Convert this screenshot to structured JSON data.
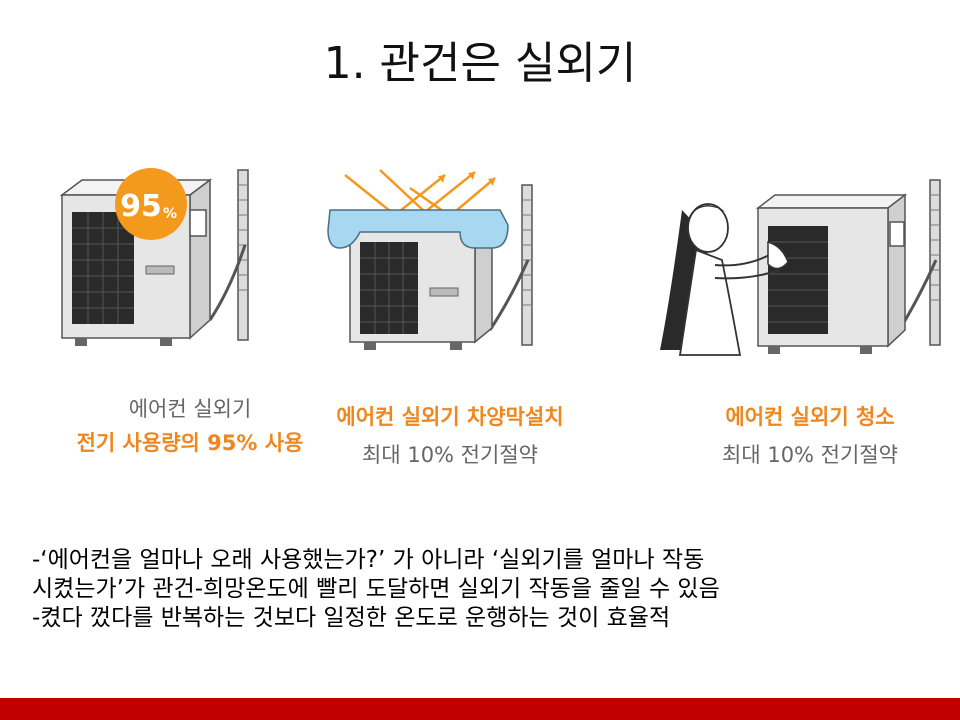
{
  "title": "1. 관건은 실외기",
  "panels": [
    {
      "badge": "95",
      "badge_unit": "%",
      "caption_line1": "에어컨 실외기",
      "caption_line2": "전기 사용량의 95% 사용"
    },
    {
      "caption_line1": "에어컨 실외기 차양막설치",
      "caption_line2": "최대 10% 전기절약"
    },
    {
      "caption_line1": "에어컨 실외기 청소",
      "caption_line2": "최대 10% 전기절약"
    }
  ],
  "bullets": [
    "-‘에어컨을 얼마나 오래 사용했는가?’ 가 아니라 ‘실외기를 얼마나 작동",
    "시켰는가’가 관건-희망온도에 빨리 도달하면 실외기 작동을 줄일 수 있음",
    "-켰다 껐다를 반복하는 것보다 일정한 온도로 운행하는 것이 효율적"
  ],
  "colors": {
    "accent_orange": "#f0861e",
    "footer_red": "#c00000",
    "unit_gray": "#e6e6e6",
    "grille_dark": "#2a2a2a"
  }
}
